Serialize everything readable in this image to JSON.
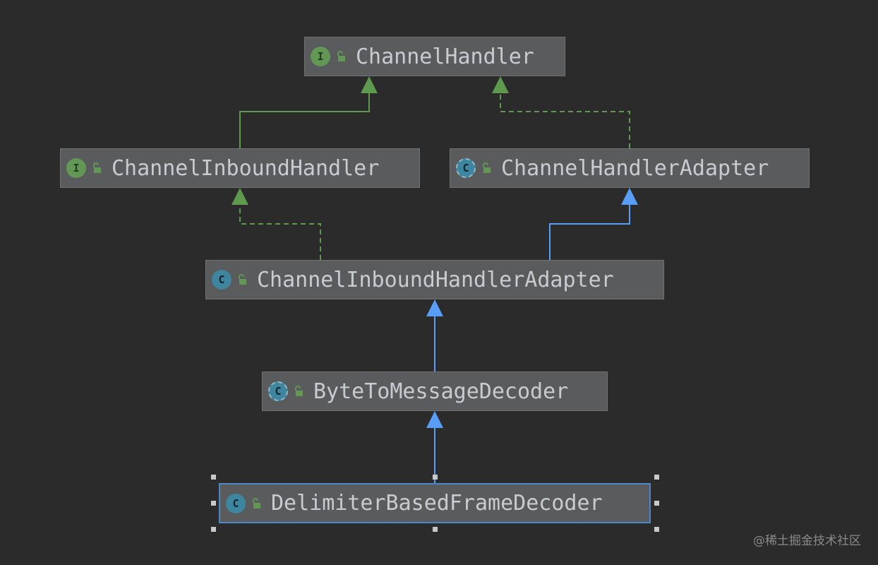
{
  "nodes": {
    "channel_handler": {
      "label": "ChannelHandler",
      "kind_letter": "I",
      "kind": "interface"
    },
    "channel_inbound_handler": {
      "label": "ChannelInboundHandler",
      "kind_letter": "I",
      "kind": "interface"
    },
    "channel_handler_adapter": {
      "label": "ChannelHandlerAdapter",
      "kind_letter": "C",
      "kind": "abstract-class"
    },
    "channel_inbound_handler_adapter": {
      "label": "ChannelInboundHandlerAdapter",
      "kind_letter": "C",
      "kind": "class"
    },
    "byte_to_message_decoder": {
      "label": "ByteToMessageDecoder",
      "kind_letter": "C",
      "kind": "abstract-class"
    },
    "delimiter_based_frame_decoder": {
      "label": "DelimiterBasedFrameDecoder",
      "kind_letter": "C",
      "kind": "class",
      "selected": true
    }
  },
  "edges": [
    {
      "from": "channel_inbound_handler",
      "to": "channel_handler",
      "type": "extends-interface"
    },
    {
      "from": "channel_handler_adapter",
      "to": "channel_handler",
      "type": "implements"
    },
    {
      "from": "channel_inbound_handler_adapter",
      "to": "channel_inbound_handler",
      "type": "implements"
    },
    {
      "from": "channel_inbound_handler_adapter",
      "to": "channel_handler_adapter",
      "type": "extends-class"
    },
    {
      "from": "byte_to_message_decoder",
      "to": "channel_inbound_handler_adapter",
      "type": "extends-class"
    },
    {
      "from": "delimiter_based_frame_decoder",
      "to": "byte_to_message_decoder",
      "type": "extends-class"
    }
  ],
  "icons": {
    "interface_badge": "interface-icon",
    "class_badge": "class-icon",
    "abstract_class_badge": "abstract-class-icon",
    "visibility": "public-lock-icon"
  },
  "colors": {
    "background": "#2b2b2b",
    "node_fill": "#595b5d",
    "interface_green": "#629755",
    "class_blue": "#3e86a0",
    "edge_green": "#5d9a4d",
    "edge_blue": "#589df6",
    "selection": "#4a88c7"
  },
  "watermark": "@稀土掘金技术社区"
}
